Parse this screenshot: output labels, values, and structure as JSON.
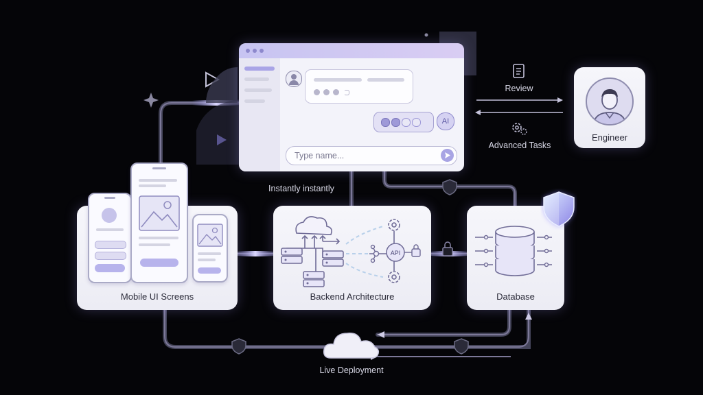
{
  "chat_window": {
    "input_placeholder": "Type name...",
    "ai_label": "AI"
  },
  "labels": {
    "instantly": "Instantly instantly",
    "review": "Review",
    "advanced_tasks": "Advanced Tasks",
    "engineer": "Engineer",
    "mobile_ui": "Mobile UI Screens",
    "backend": "Backend Architecture",
    "database": "Database",
    "deployment": "Live Deployment",
    "api": "API"
  },
  "colors": {
    "accent": "#9a94ea",
    "connector": "#4a4a5e",
    "card": "#f2f2f8"
  }
}
